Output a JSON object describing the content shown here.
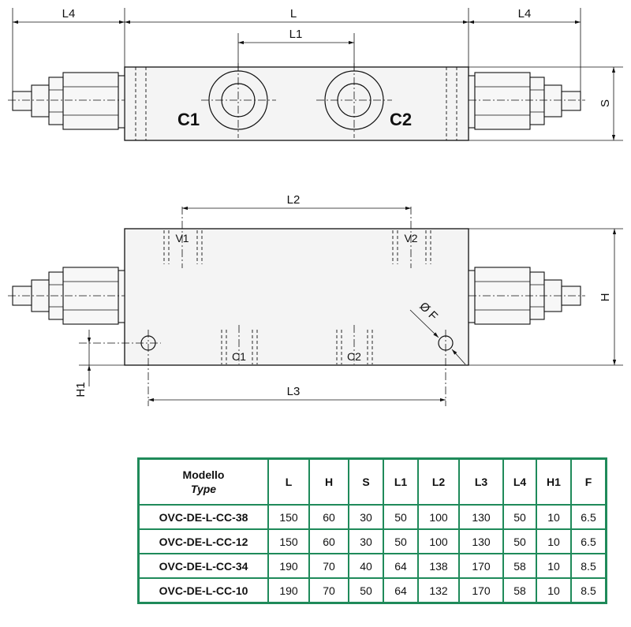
{
  "drawing": {
    "top_view": {
      "dims": {
        "L": "L",
        "L1": "L1",
        "L4_left": "L4",
        "L4_right": "L4",
        "S": "S"
      },
      "ports": {
        "c1": "C1",
        "c2": "C2"
      }
    },
    "front_view": {
      "dims": {
        "L2": "L2",
        "L3": "L3",
        "H": "H",
        "H1": "H1",
        "F": "Ø F"
      },
      "ports": {
        "v1": "V1",
        "v2": "V2",
        "c1": "C1",
        "c2": "C2"
      }
    }
  },
  "table": {
    "header_model": "Modello",
    "header_type": "Type",
    "columns": [
      "L",
      "H",
      "S",
      "L1",
      "L2",
      "L3",
      "L4",
      "H1",
      "F"
    ],
    "rows": [
      {
        "model": "OVC-DE-L-CC-38",
        "values": [
          "150",
          "60",
          "30",
          "50",
          "100",
          "130",
          "50",
          "10",
          "6.5"
        ]
      },
      {
        "model": "OVC-DE-L-CC-12",
        "values": [
          "150",
          "60",
          "30",
          "50",
          "100",
          "130",
          "50",
          "10",
          "6.5"
        ]
      },
      {
        "model": "OVC-DE-L-CC-34",
        "values": [
          "190",
          "70",
          "40",
          "64",
          "138",
          "170",
          "58",
          "10",
          "8.5"
        ]
      },
      {
        "model": "OVC-DE-L-CC-10",
        "values": [
          "190",
          "70",
          "50",
          "64",
          "132",
          "170",
          "58",
          "10",
          "8.5"
        ]
      }
    ],
    "border_color": "#1f8a5a"
  }
}
